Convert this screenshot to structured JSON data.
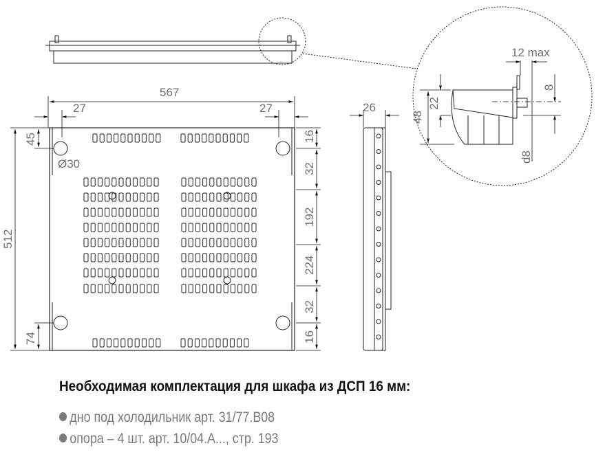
{
  "drawing": {
    "dimensions": {
      "total_width": "567",
      "left_offset": "27",
      "right_offset": "27",
      "hole_diameter": "Ø30",
      "total_depth": "512",
      "top_hole_offset": "45",
      "bottom_hole_offset": "74",
      "side_width": "26",
      "right_16_top": "16",
      "right_32_top": "32",
      "right_192": "192",
      "right_224": "224",
      "right_32_bottom": "32",
      "right_16_bottom": "16"
    },
    "detail": {
      "max_label": "12 max",
      "height_48": "48",
      "height_22": "22",
      "dim_8": "8",
      "dowel": "d8"
    }
  },
  "notes": {
    "heading": "Необходимая комплектация для шкафа из ДСП 16 мм:",
    "items": [
      "дно под холодильник арт. 31/77.B08",
      "опора – 4 шт. арт. 10/04.A..., стр. 193"
    ]
  }
}
